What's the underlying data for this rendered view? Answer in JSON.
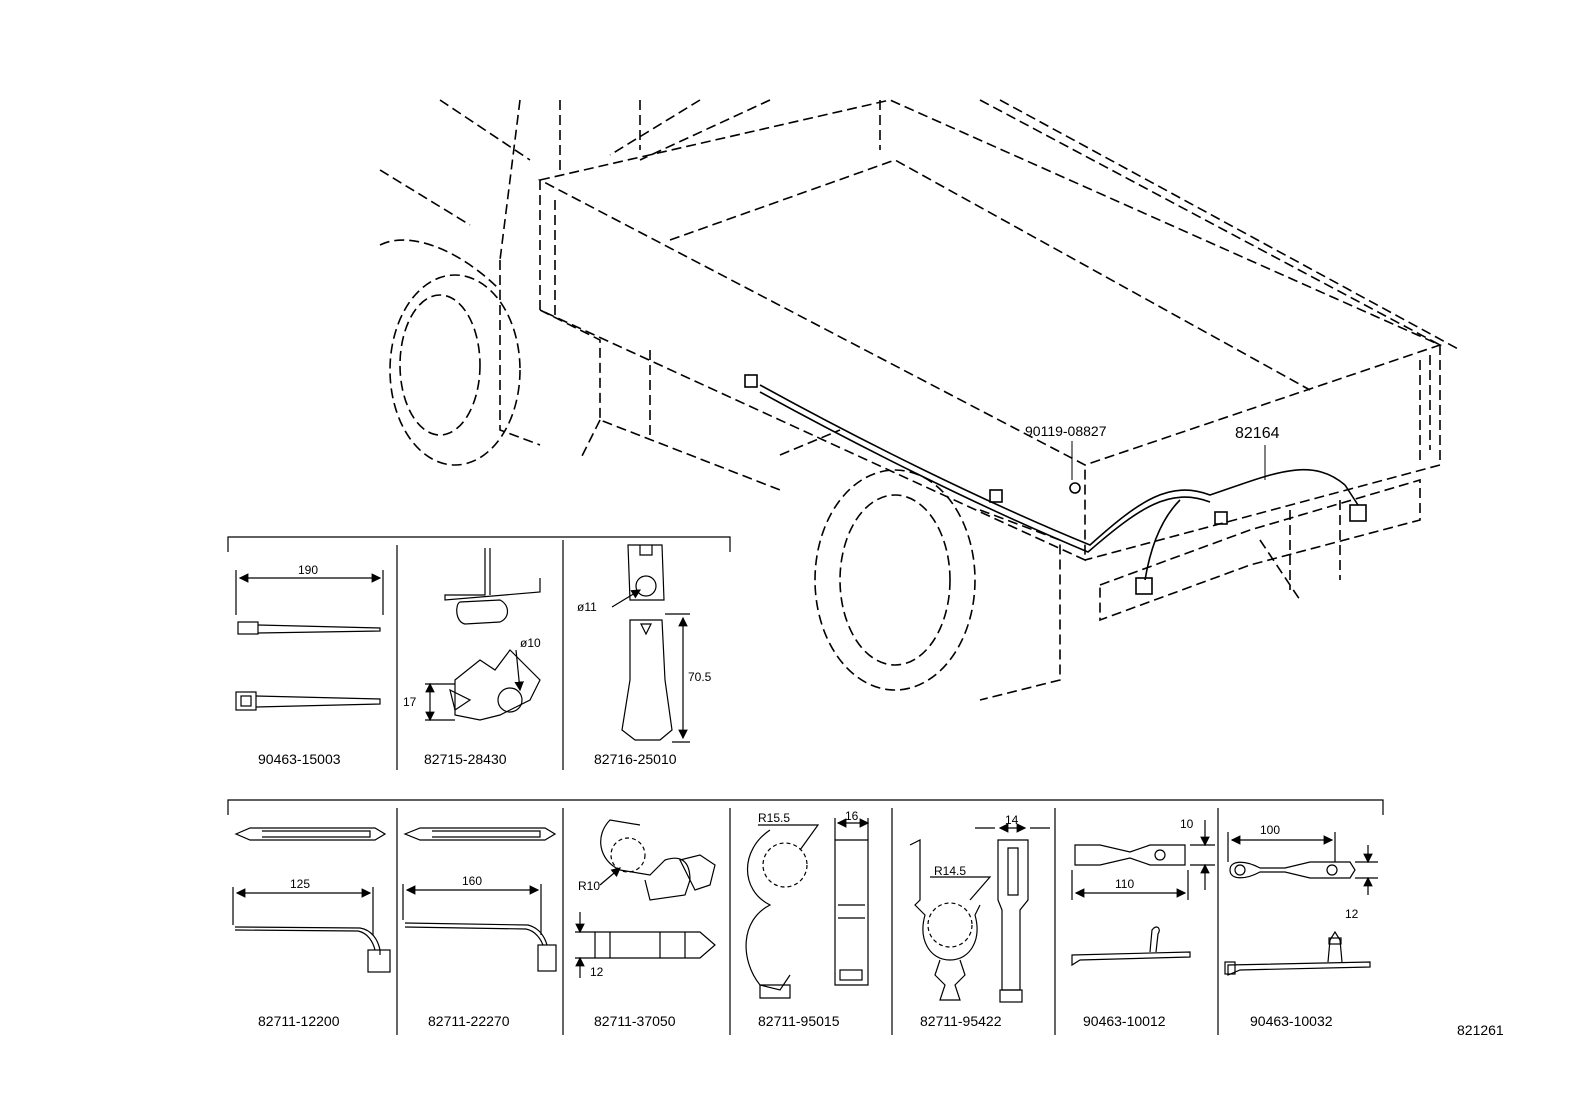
{
  "truck": {
    "callouts": [
      "90119-08827",
      "82164"
    ]
  },
  "parts_top": [
    {
      "part_no": "90463-15003",
      "dims": [
        "190"
      ]
    },
    {
      "part_no": "82715-28430",
      "dims": [
        "ø10",
        "17"
      ]
    },
    {
      "part_no": "82716-25010",
      "dims": [
        "ø11",
        "70.5"
      ]
    }
  ],
  "parts_bottom": [
    {
      "part_no": "82711-12200",
      "dims": [
        "125"
      ]
    },
    {
      "part_no": "82711-22270",
      "dims": [
        "160"
      ]
    },
    {
      "part_no": "82711-37050",
      "dims": [
        "R10",
        "12"
      ]
    },
    {
      "part_no": "82711-95015",
      "dims": [
        "R15.5",
        "16"
      ]
    },
    {
      "part_no": "82711-95422",
      "dims": [
        "R14.5",
        "14"
      ]
    },
    {
      "part_no": "90463-10012",
      "dims": [
        "10",
        "110"
      ]
    },
    {
      "part_no": "90463-10032",
      "dims": [
        "100",
        "12"
      ]
    }
  ],
  "figure_id": "821261"
}
